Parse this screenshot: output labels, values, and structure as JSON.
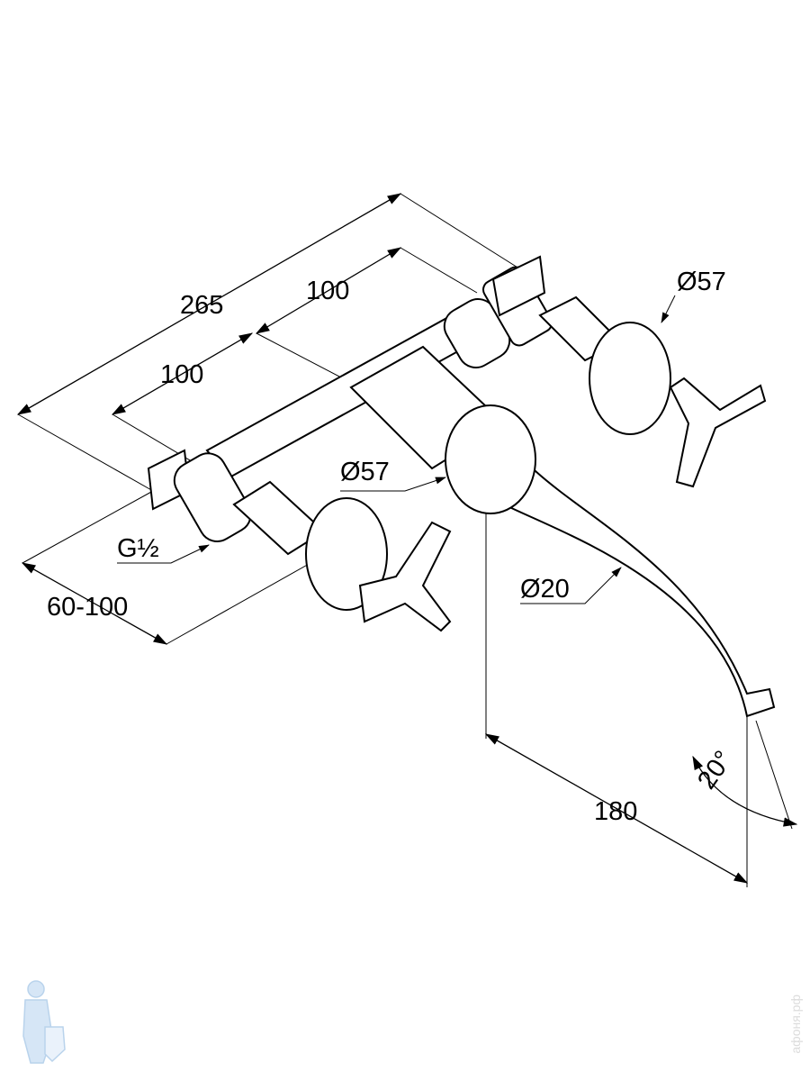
{
  "title": "Wall-mounted basin mixer dimension drawing",
  "dimensions": {
    "overall_width": "265",
    "handle_spacing_right": "100",
    "handle_spacing_left": "100",
    "rosette_diameter_right": "Ø57",
    "rosette_diameter_center": "Ø57",
    "connection_thread": "G½",
    "wall_depth_range": "60-100",
    "spout_diameter": "Ø20",
    "spout_projection": "180",
    "spout_angle": "20°"
  },
  "watermark": {
    "text": "афоня.рф",
    "mascot": "plumber-mascot"
  }
}
